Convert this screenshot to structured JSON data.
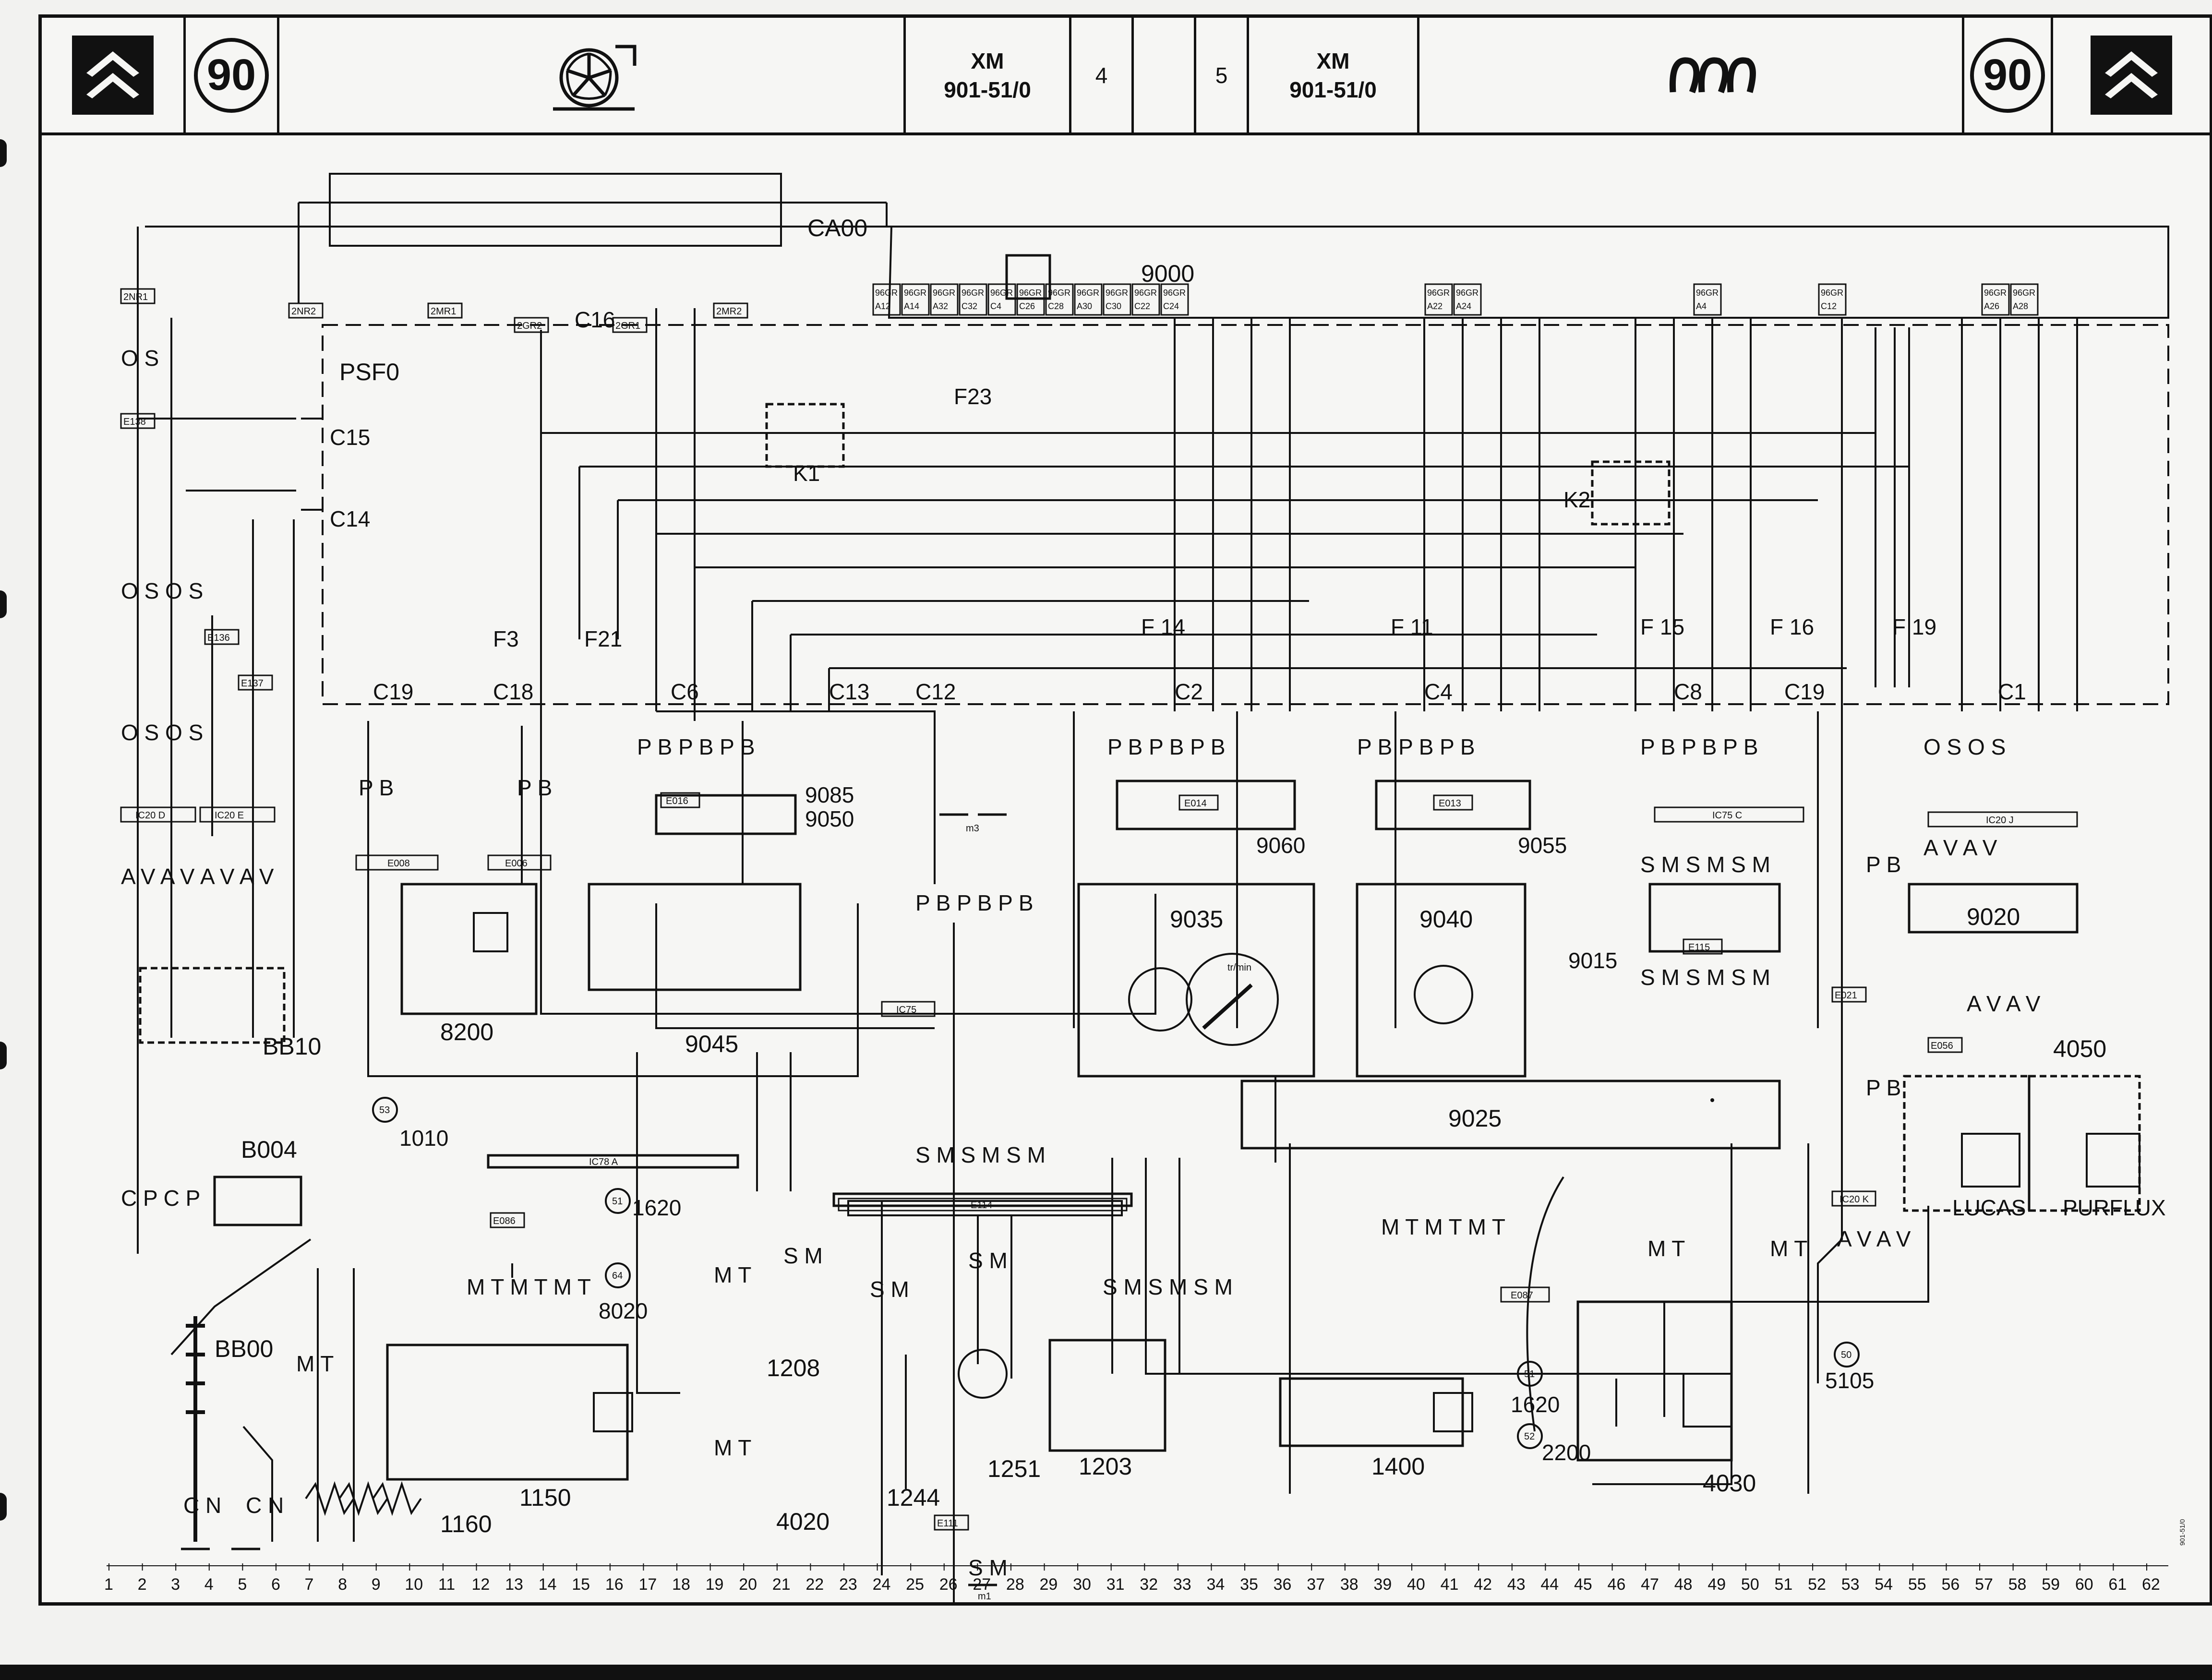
{
  "header": {
    "brand_badge": "90",
    "left_model": "XM",
    "left_ref": "901-51/0",
    "left_page": "4",
    "right_page": "5",
    "right_model": "XM",
    "right_ref": "901-51/0",
    "right_badge": "90",
    "icons": [
      "citroen-chevron-logo",
      "turbo-icon",
      "preheat-glow-plug-icon",
      "citroen-chevron-logo"
    ]
  },
  "labels": {
    "ca00": "CA00",
    "n9000": "9000",
    "psf0": "PSF0",
    "c16": "C16",
    "c15": "C15",
    "c14": "C14",
    "k1": "K1",
    "k2": "K2",
    "f23": "F23",
    "f3": "F3",
    "f21": "F21",
    "f14": "F 14",
    "f11": "F 11",
    "f15": "F 15",
    "f16": "F 16",
    "f19": "F 19",
    "c19a": "C19",
    "c18": "C18",
    "c6": "C6",
    "c13": "C13",
    "c12": "C12",
    "c2": "C2",
    "c4": "C4",
    "c8": "C8",
    "c19b": "C19",
    "c1": "C1",
    "n9085": "9085",
    "n9050": "9050",
    "n9060": "9060",
    "n9055": "9055",
    "n9015": "9015",
    "n9035": "9035",
    "n9040": "9040",
    "n9020": "9020",
    "n9025": "9025",
    "n8200": "8200",
    "n9045": "9045",
    "bb10": "BB10",
    "b004": "B004",
    "bb00": "BB00",
    "n1010": "1010",
    "n1620a": "1620",
    "n8020": "8020",
    "n1160": "1160",
    "n1150": "1150",
    "n1208": "1208",
    "n4020": "4020",
    "n1244": "1244",
    "n1251": "1251",
    "n1203": "1203",
    "n1400": "1400",
    "n1620b": "1620",
    "n2200": "2200",
    "n4030": "4030",
    "n5105": "5105",
    "n4050": "4050",
    "lucas": "LUCAS",
    "purflux": "PURFLUX",
    "m3": "m3",
    "m1": "m1",
    "circle_53": "53",
    "circle_51a": "51",
    "circle_64": "64",
    "circle_51b": "51",
    "circle_52": "52",
    "circle_50": "50",
    "tr_min": "tr/min",
    "side_ref": "901-51/0"
  },
  "wire_codes": {
    "os": "O S",
    "osos": "O S O S",
    "pb": "P B",
    "pbpb": "P B P B P B",
    "avav": "A V A V",
    "cpcp": "C P C P",
    "mt": "M T",
    "cn": "C N",
    "sm": "S M",
    "smsm": "S M S M S M",
    "mtmt": "M T M T M T",
    "avav2": "A V A V",
    "smsmsm": "S M S M S M"
  },
  "connectors": {
    "c2nr1": "2NR1",
    "c2nr2": "2NR2",
    "c2mr1": "2MR1",
    "c2gr2": "2GR2",
    "c2gr1": "2GR1",
    "c2mr2": "2MR2",
    "e138": "E138",
    "e136": "E136",
    "e137": "E137",
    "e008": "E008",
    "e006": "E006",
    "e016": "E016",
    "e014": "E014",
    "e013": "E013",
    "e115": "E115",
    "e021": "E021",
    "e056": "E056",
    "e086": "E086",
    "e114": "E114",
    "e087": "E087",
    "e111": "E111",
    "ic20d": "IC20  D",
    "ic20e": "IC20  E",
    "ic75": "IC75",
    "ic75c": "IC75  C",
    "ic20j": "IC20  J",
    "ic78a": "IC78  A",
    "ic20k": "IC20  K",
    "ecu_pins": [
      "96GR A12",
      "96GR A14",
      "96GR A32",
      "96GR C32",
      "96GR C4",
      "96GR C26",
      "96GR C28",
      "96GR A30",
      "96GR C30",
      "96GR C22",
      "96GR C24",
      "96GR A22",
      "96GR A24",
      "96GR A4",
      "96GR C12",
      "96GR A26",
      "96GR A28"
    ]
  },
  "ruler": [
    "1",
    "2",
    "3",
    "4",
    "5",
    "6",
    "7",
    "8",
    "9",
    "10",
    "11",
    "12",
    "13",
    "14",
    "15",
    "16",
    "17",
    "18",
    "19",
    "20",
    "21",
    "22",
    "23",
    "24",
    "25",
    "26",
    "27",
    "28",
    "29",
    "30",
    "31",
    "32",
    "33",
    "34",
    "35",
    "36",
    "37",
    "38",
    "39",
    "40",
    "41",
    "42",
    "43",
    "44",
    "45",
    "46",
    "47",
    "48",
    "49",
    "50",
    "51",
    "52",
    "53",
    "54",
    "55",
    "56",
    "57",
    "58",
    "59",
    "60",
    "61",
    "62"
  ]
}
